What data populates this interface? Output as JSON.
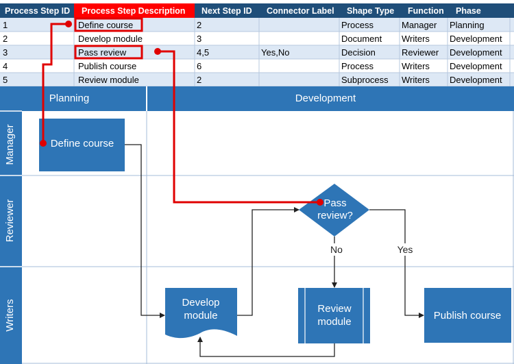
{
  "table": {
    "headers": [
      "Process Step ID",
      "Process Step Description",
      "Next Step ID",
      "Connector Label",
      "Shape Type",
      "Function",
      "Phase"
    ],
    "rows": [
      [
        "1",
        "Define course",
        "2",
        "",
        "Process",
        "Manager",
        "Planning"
      ],
      [
        "2",
        "Develop module",
        "3",
        "",
        "Document",
        "Writers",
        "Development"
      ],
      [
        "3",
        "Pass review",
        "4,5",
        "Yes,No",
        "Decision",
        "Reviewer",
        "Development"
      ],
      [
        "4",
        "Publish course",
        "6",
        "",
        "Process",
        "Writers",
        "Development"
      ],
      [
        "5",
        "Review module",
        "2",
        "",
        "Subprocess",
        "Writers",
        "Development"
      ]
    ]
  },
  "diagram": {
    "phases": [
      "Planning",
      "Development"
    ],
    "lanes": [
      "Manager",
      "Reviewer",
      "Writers"
    ],
    "shapes": {
      "define_course": "Define course",
      "pass_review": [
        "Pass",
        "review?"
      ],
      "develop_module": [
        "Develop",
        "module"
      ],
      "review_module": [
        "Review",
        "module"
      ],
      "publish_course": "Publish course"
    },
    "connectors": {
      "no": "No",
      "yes": "Yes"
    }
  },
  "colors": {
    "header_bg": "#1f4e79",
    "highlight_header": "#ff0000",
    "row_band": "#dde8f5",
    "lane_bar": "#2e75b6",
    "shape_fill": "#2e75b6",
    "callout": "#e00000"
  }
}
